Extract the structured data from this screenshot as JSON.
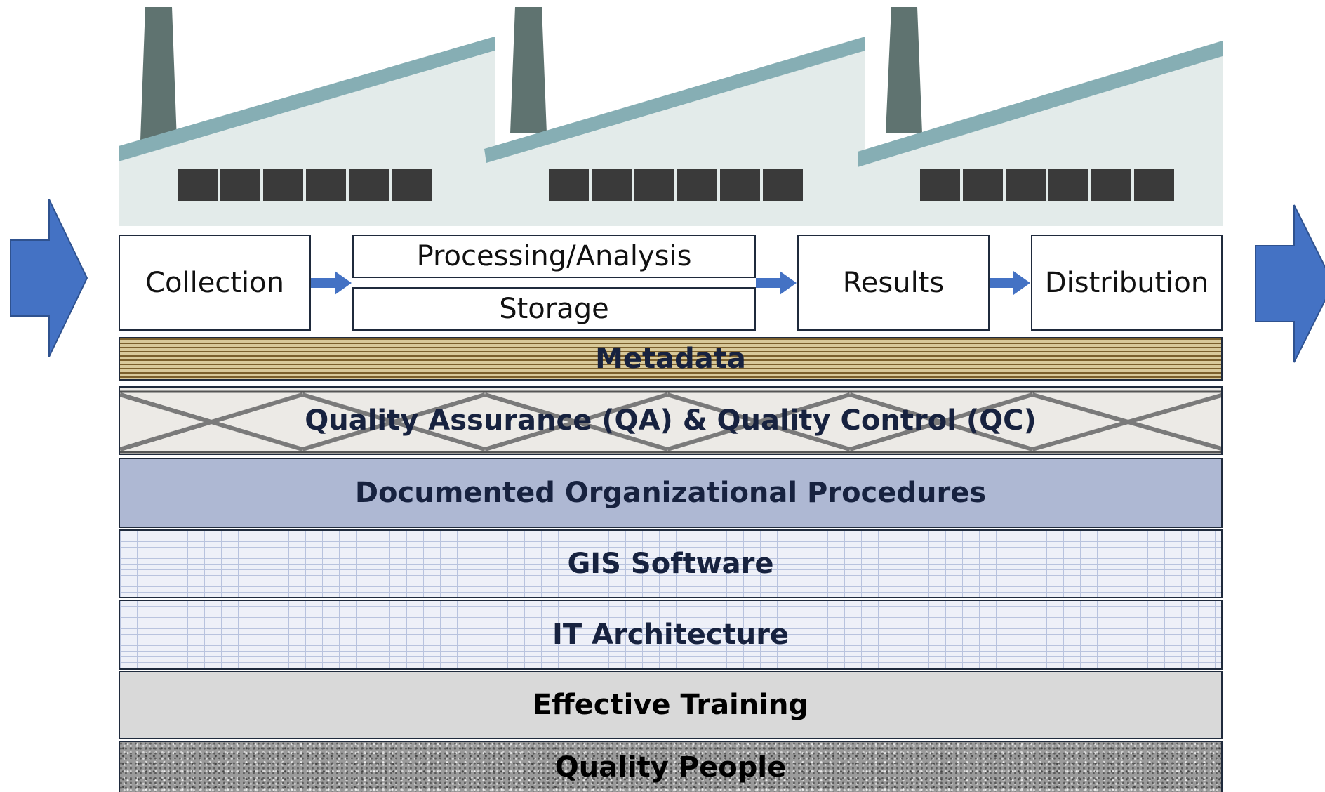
{
  "process": {
    "collection": "Collection",
    "processing": "Processing/Analysis",
    "storage": "Storage",
    "results": "Results",
    "distribution": "Distribution"
  },
  "layers": {
    "metadata": "Metadata",
    "qa": "Quality Assurance (QA) & Quality Control (QC)",
    "procedures": "Documented Organizational Procedures",
    "gis": "GIS Software",
    "it": "IT Architecture",
    "training": "Effective Training",
    "people": "Quality People"
  },
  "colors": {
    "flow_arrow": "#4472c4",
    "factory_wall": "#e3ebea",
    "factory_roof": "#86aeb4",
    "chimney": "#5f7370",
    "window": "#3a3a3a"
  }
}
